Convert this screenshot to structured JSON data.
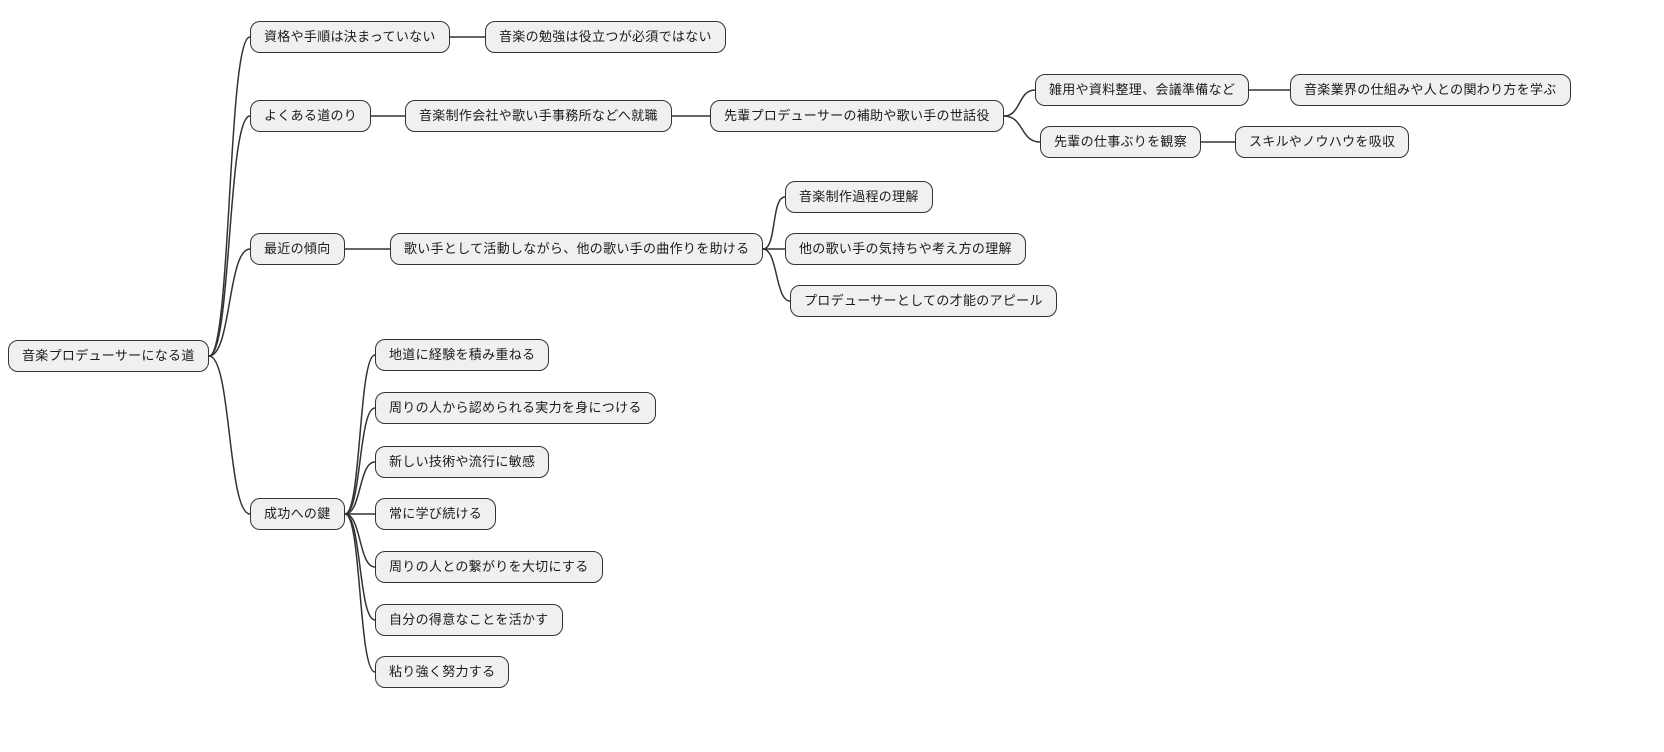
{
  "diagram": {
    "type": "mindmap",
    "root_label": "音楽プロデューサーになる道"
  },
  "colors": {
    "background": "#ffffff",
    "node_fill": "#f0f0f0",
    "node_border": "#333333",
    "edge": "#333333",
    "text": "#1a1a1a"
  },
  "nodes": [
    {
      "id": "root",
      "parent": null,
      "label": "音楽プロデューサーになる道"
    },
    {
      "id": "n1",
      "parent": "root",
      "label": "資格や手順は決まっていない"
    },
    {
      "id": "n1a",
      "parent": "n1",
      "label": "音楽の勉強は役立つが必須ではない"
    },
    {
      "id": "n2",
      "parent": "root",
      "label": "よくある道のり"
    },
    {
      "id": "n2a",
      "parent": "n2",
      "label": "音楽制作会社や歌い手事務所などへ就職"
    },
    {
      "id": "n2b",
      "parent": "n2a",
      "label": "先輩プロデューサーの補助や歌い手の世話役"
    },
    {
      "id": "n2c",
      "parent": "n2b",
      "label": "雑用や資料整理、会議準備など"
    },
    {
      "id": "n2d",
      "parent": "n2c",
      "label": "音楽業界の仕組みや人との関わり方を学ぶ"
    },
    {
      "id": "n2e",
      "parent": "n2b",
      "label": "先輩の仕事ぶりを観察"
    },
    {
      "id": "n2f",
      "parent": "n2e",
      "label": "スキルやノウハウを吸収"
    },
    {
      "id": "n3",
      "parent": "root",
      "label": "最近の傾向"
    },
    {
      "id": "n3a",
      "parent": "n3",
      "label": "歌い手として活動しながら、他の歌い手の曲作りを助ける"
    },
    {
      "id": "n3b",
      "parent": "n3a",
      "label": "音楽制作過程の理解"
    },
    {
      "id": "n3c",
      "parent": "n3a",
      "label": "他の歌い手の気持ちや考え方の理解"
    },
    {
      "id": "n3d",
      "parent": "n3a",
      "label": "プロデューサーとしての才能のアピール"
    },
    {
      "id": "n4",
      "parent": "root",
      "label": "成功への鍵"
    },
    {
      "id": "n4a",
      "parent": "n4",
      "label": "地道に経験を積み重ねる"
    },
    {
      "id": "n4b",
      "parent": "n4",
      "label": "周りの人から認められる実力を身につける"
    },
    {
      "id": "n4c",
      "parent": "n4",
      "label": "新しい技術や流行に敏感"
    },
    {
      "id": "n4d",
      "parent": "n4",
      "label": "常に学び続ける"
    },
    {
      "id": "n4e",
      "parent": "n4",
      "label": "周りの人との繋がりを大切にする"
    },
    {
      "id": "n4f",
      "parent": "n4",
      "label": "自分の得意なことを活かす"
    },
    {
      "id": "n4g",
      "parent": "n4",
      "label": "粘り強く努力する"
    }
  ]
}
